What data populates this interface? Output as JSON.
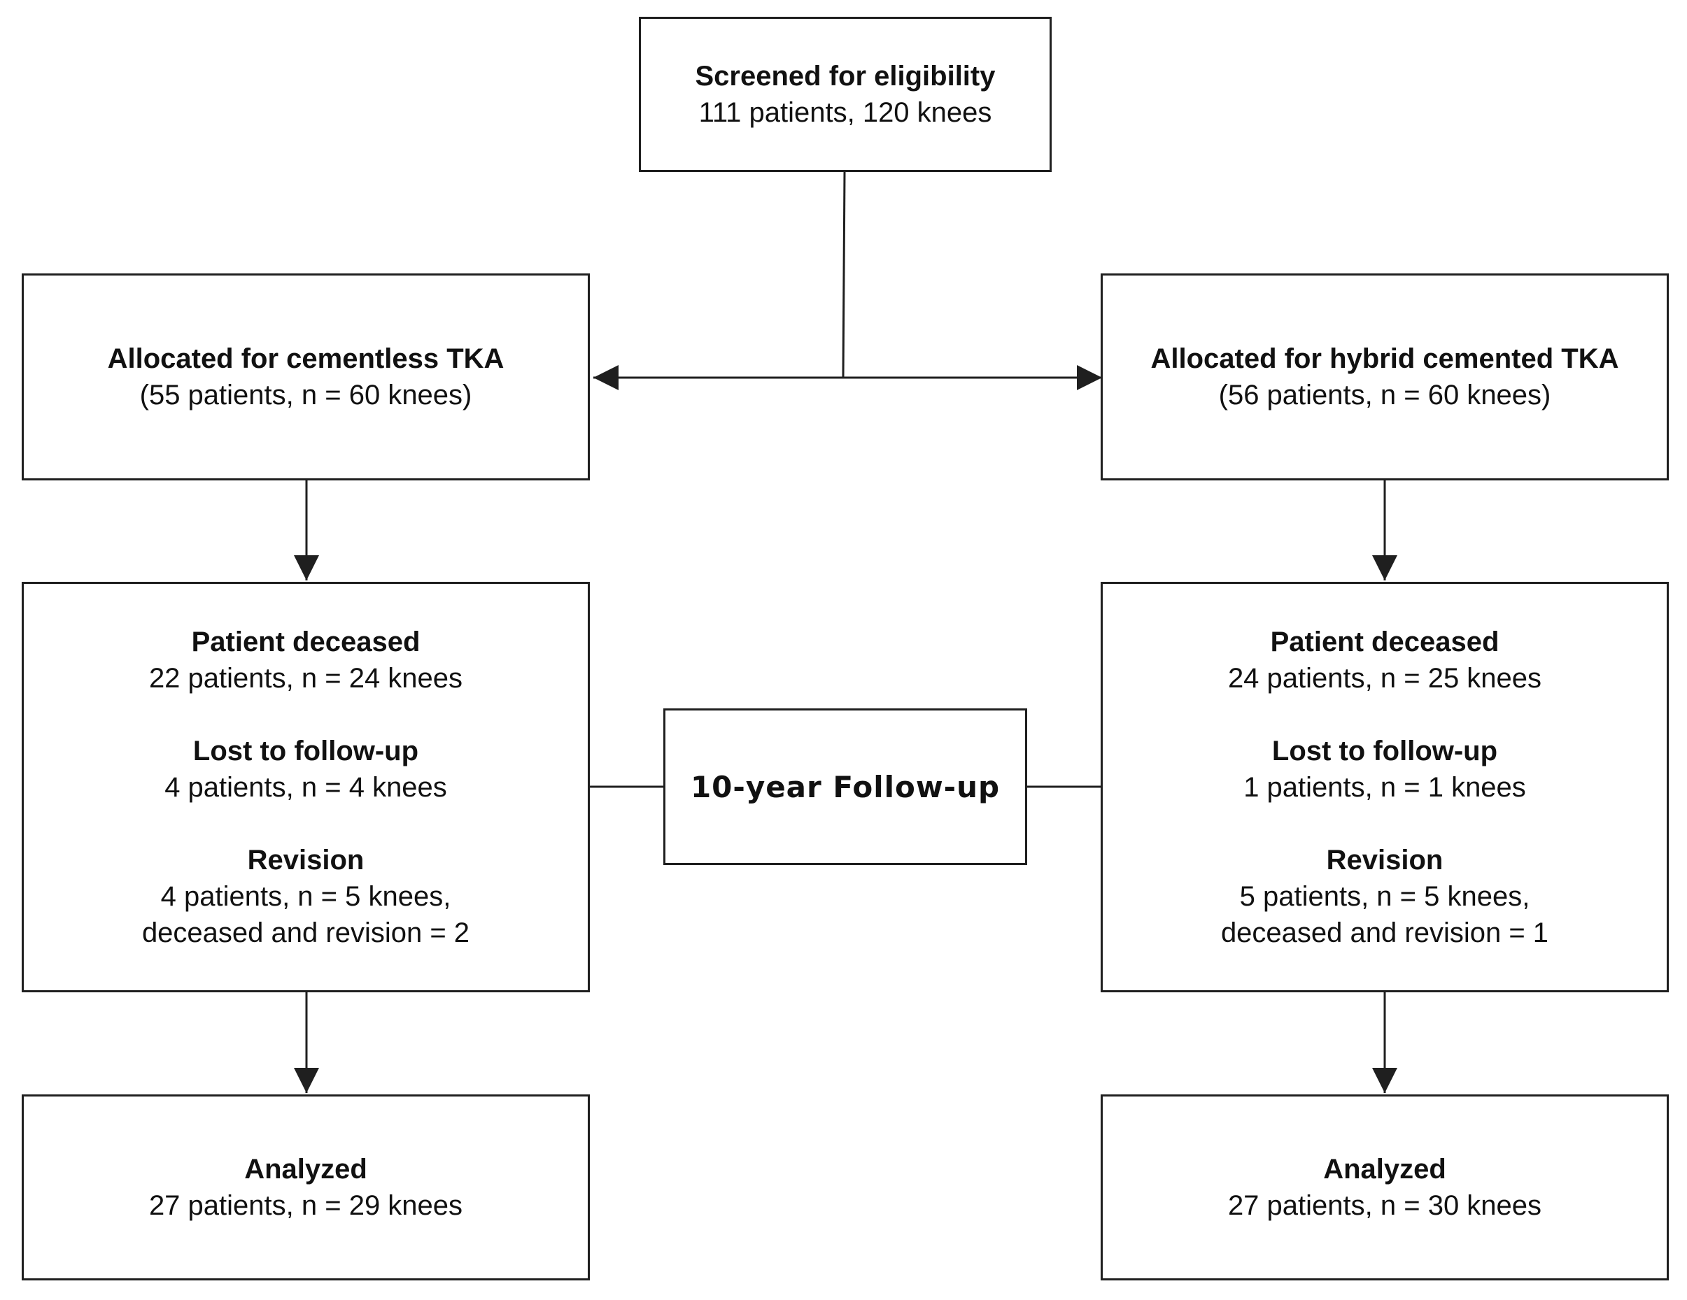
{
  "screening": {
    "title": "Screened for eligibility",
    "detail": "111 patients, 120 knees"
  },
  "left_arm": {
    "allocation": {
      "title": "Allocated for cementless TKA",
      "detail": "(55 patients, n = 60 knees)"
    },
    "deceased": {
      "title": "Patient deceased",
      "detail": "22 patients, n = 24 knees"
    },
    "lost": {
      "title": "Lost to follow-up",
      "detail": "4 patients, n = 4 knees"
    },
    "revision": {
      "title": "Revision",
      "detail_1": "4 patients, n = 5 knees,",
      "detail_2": "deceased and revision = 2"
    },
    "analyzed": {
      "title": "Analyzed",
      "detail": "27 patients, n = 29 knees"
    }
  },
  "right_arm": {
    "allocation": {
      "title": "Allocated for hybrid cemented TKA",
      "detail": "(56 patients, n = 60 knees)"
    },
    "deceased": {
      "title": "Patient deceased",
      "detail": "24 patients, n = 25 knees"
    },
    "lost": {
      "title": "Lost to follow-up",
      "detail": "1 patients, n = 1 knees"
    },
    "revision": {
      "title": "Revision",
      "detail_1": "5 patients, n = 5 knees,",
      "detail_2": "deceased and revision = 1"
    },
    "analyzed": {
      "title": "Analyzed",
      "detail": "27 patients, n = 30 knees"
    }
  },
  "followup": {
    "label": "10-year Follow-up"
  }
}
